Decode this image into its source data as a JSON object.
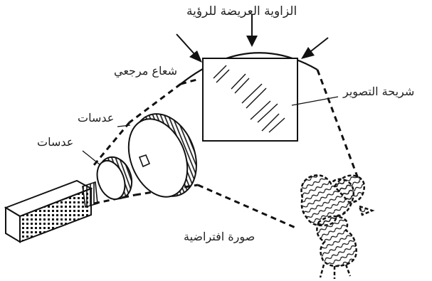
{
  "labels": {
    "wide_angle": "الزاوية العريضة للرؤية",
    "reference_ray": "شعاع مرجعي",
    "lens_large": "عدسات",
    "lens_small": "عدسات",
    "imaging_plate": "شريحة التصوير",
    "virtual_image": "صورة افتراضية"
  },
  "colors": {
    "ink": "#111111",
    "background": "#ffffff"
  }
}
